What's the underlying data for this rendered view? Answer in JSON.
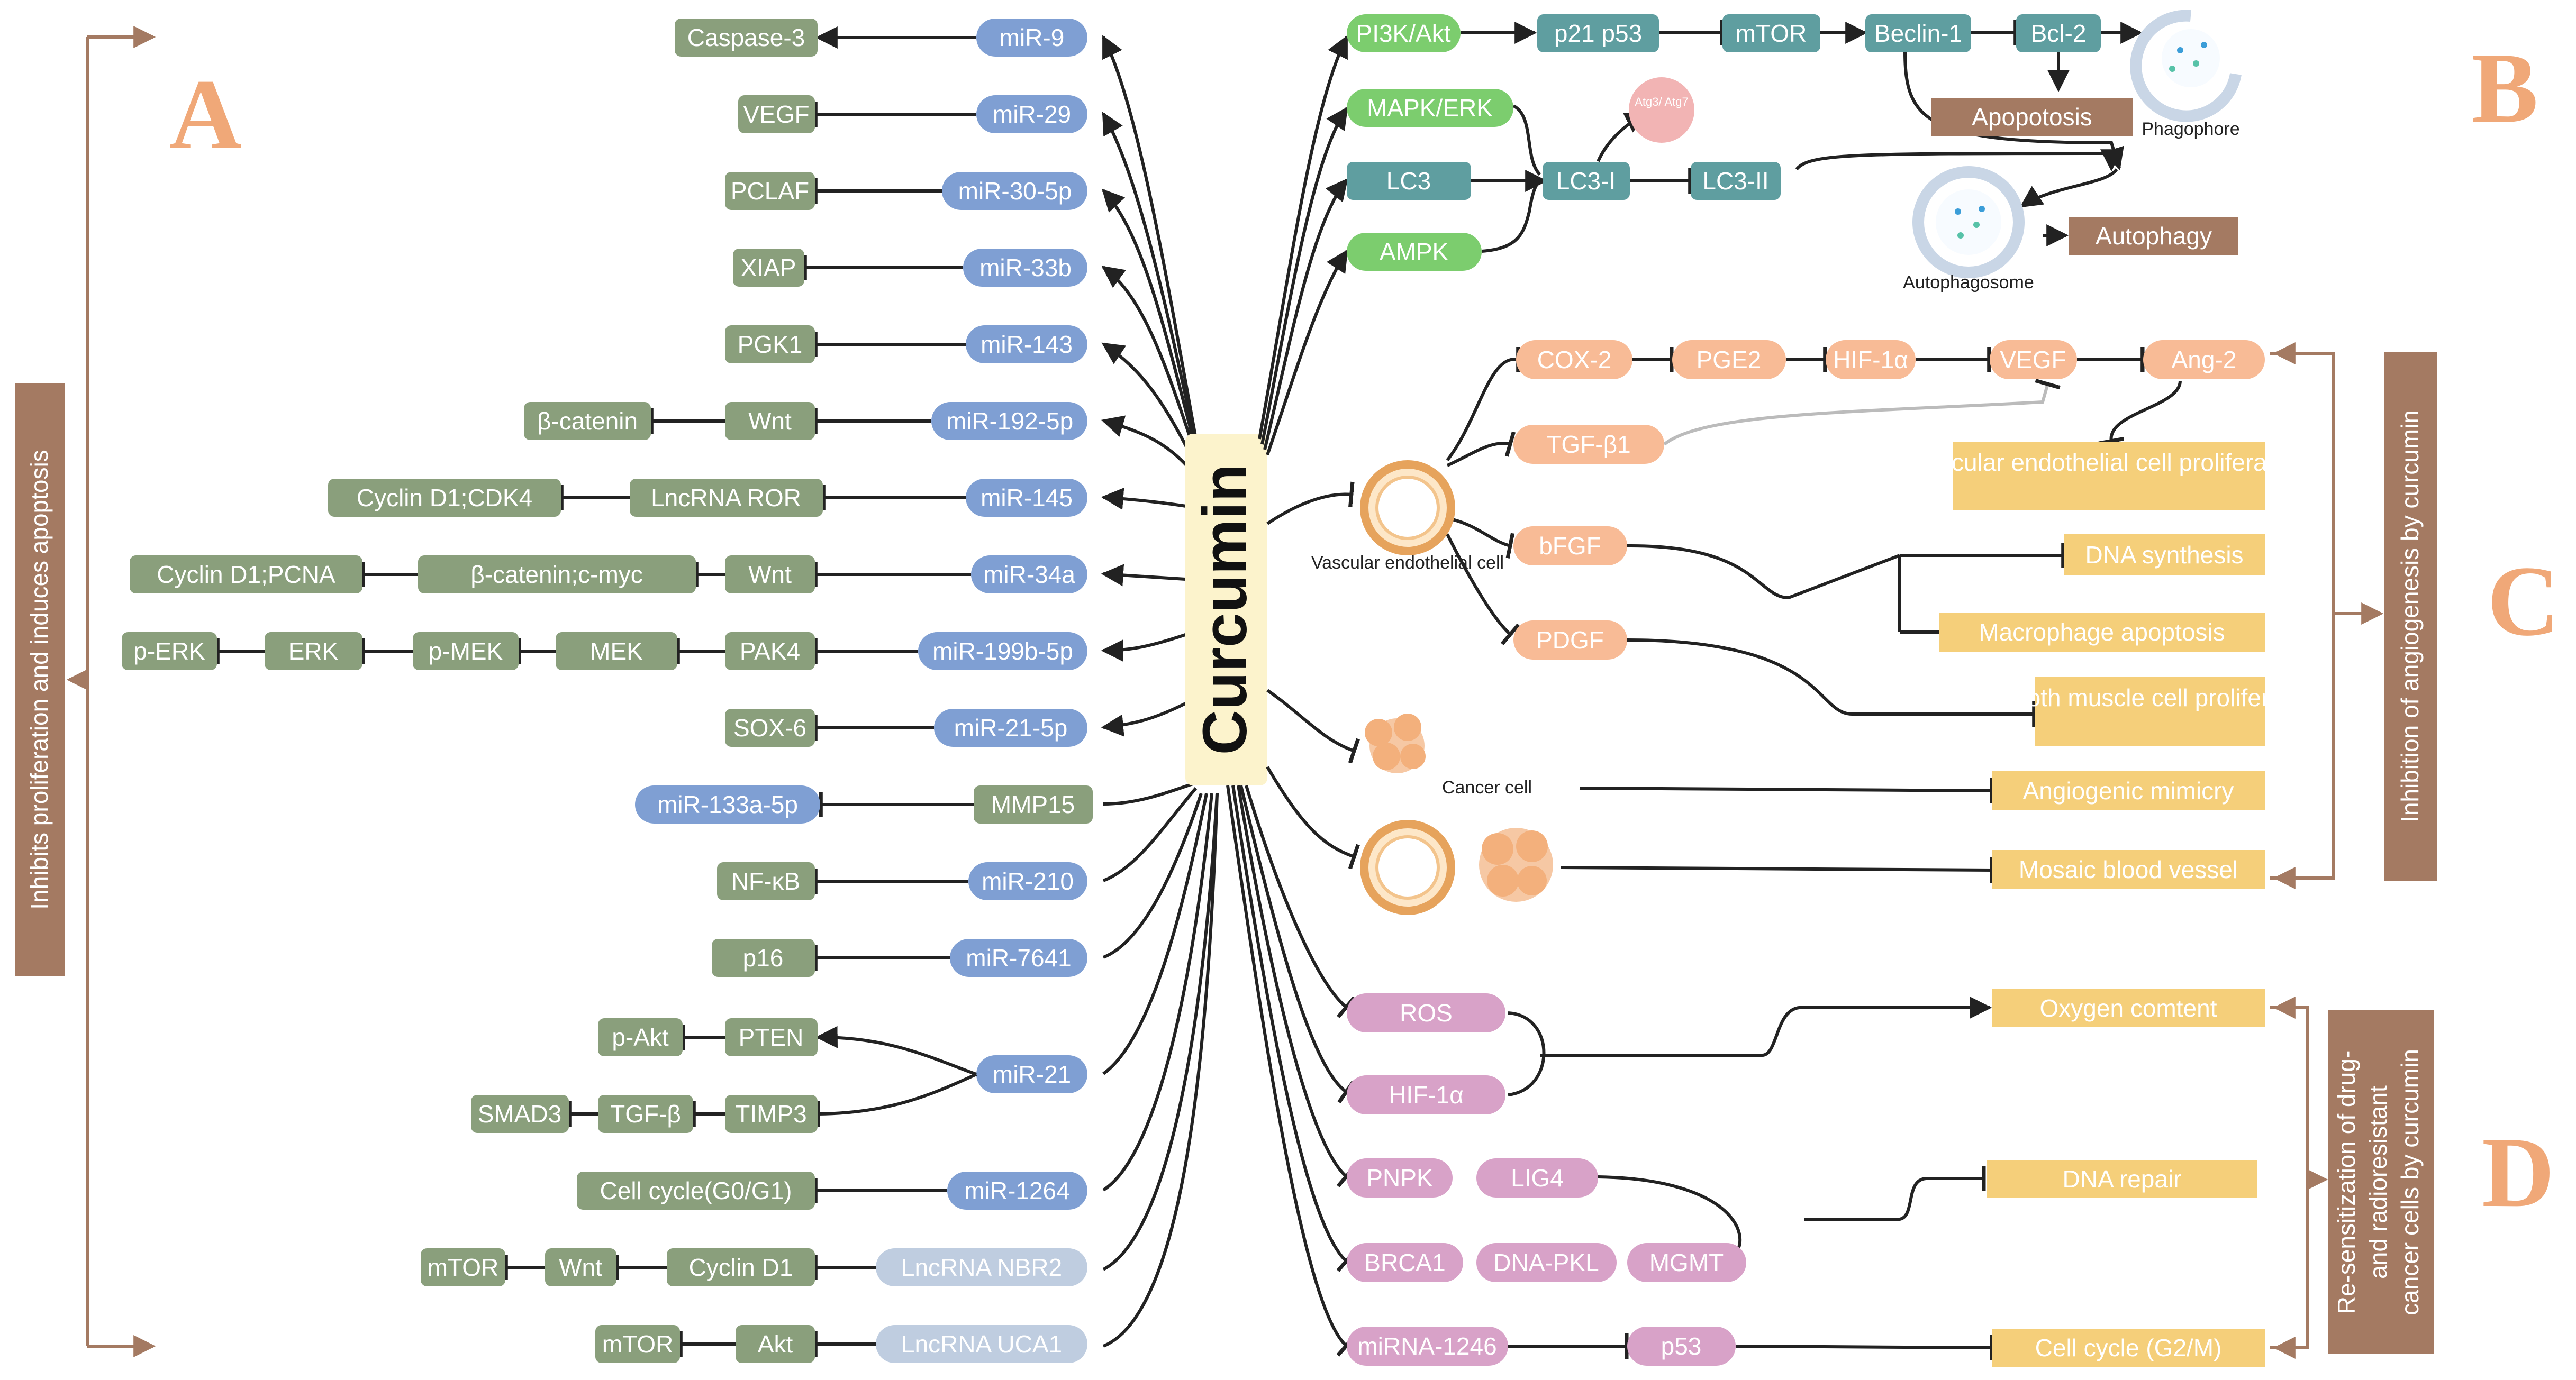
{
  "center": {
    "label": "Curcumin"
  },
  "sections": {
    "A": "A",
    "B": "B",
    "C": "C",
    "D": "D"
  },
  "side_labels": {
    "A": "Inhibits proliferation and induces apoptosis",
    "C": "Inhibition of angiogenesis by curcumin",
    "D1": "Re-sensitization of drug-",
    "D2": "and radioresistant",
    "D3": "cancer cells by curcumin"
  },
  "panel_a": {
    "mirna": [
      "miR-9",
      "miR-29",
      "miR-30-5p",
      "miR-33b",
      "miR-143",
      "miR-192-5p",
      "miR-145",
      "miR-34a",
      "miR-199b-5p",
      "miR-21-5p",
      "miR-210",
      "miR-7641",
      "miR-21",
      "miR-1264"
    ],
    "lncrna": [
      "LncRNA NBR2",
      "LncRNA UCA1"
    ],
    "targets": [
      "Caspase-3",
      "VEGF",
      "PCLAF",
      "XIAP",
      "PGK1",
      "Wnt",
      "β-catenin",
      "LncRNA ROR",
      "Cyclin D1;CDK4",
      "Wnt",
      "β-catenin;c-myc",
      "Cyclin D1;PCNA",
      "PAK4",
      "MEK",
      "p-MEK",
      "ERK",
      "p-ERK",
      "SOX-6",
      "MMP15",
      "miR-133a-5p",
      "NF-κB",
      "p16",
      "PTEN",
      "p-Akt",
      "TIMP3",
      "TGF-β",
      "SMAD3",
      "Cell cycle(G0/G1)",
      "Cyclin D1",
      "Wnt",
      "mTOR",
      "Akt",
      "mTOR"
    ]
  },
  "panel_b": {
    "pathway": [
      "PI3K/Akt",
      "p21 p53",
      "mTOR",
      "Beclin-1",
      "Bcl-2"
    ],
    "inputs": [
      "MAPK/ERK",
      "LC3",
      "AMPK"
    ],
    "lc3": [
      "LC3-I",
      "LC3-II"
    ],
    "atg": "Atg3/ Atg7",
    "outcomes": [
      "Apopotosis",
      "Autophagy"
    ],
    "structures": [
      "Phagophore",
      "Autophagosome"
    ]
  },
  "panel_c": {
    "cells": [
      "Vascular endothelial cell",
      "Cancer cell"
    ],
    "factors": [
      "COX-2",
      "PGE2",
      "HIF-1α",
      "VEGF",
      "Ang-2",
      "TGF-β1",
      "bFGF",
      "PDGF"
    ],
    "outcomes": [
      "Vascular endothelial cell proliferation",
      "DNA synthesis",
      "Macrophage apoptosis",
      "Smooth muscle cell proliferation",
      "Angiogenic mimicry",
      "Mosaic blood vessel"
    ]
  },
  "panel_d": {
    "factors": [
      "ROS",
      "HIF-1α",
      "PNPK",
      "LIG4",
      "BRCA1",
      "DNA-PKL",
      "MGMT",
      "miRNA-1246",
      "p53"
    ],
    "outcomes": [
      "Oxygen comtent",
      "DNA repair",
      "Cell cycle (G2/M)"
    ]
  },
  "colors": {
    "mirna_blue": "#7f9fd3",
    "lncrna_light": "#bfcde0",
    "target_green": "#8a9f7c",
    "teal": "#5f9ea0",
    "light_green": "#7ccd6e",
    "atg_pink": "#f2b4b4",
    "brown": "#a47a62",
    "peach": "#f8bb96",
    "yellow": "#f5cf7a",
    "pink": "#d8a2c8",
    "center_yellow": "#fcf3cc",
    "section_letter": "#f0a878"
  }
}
